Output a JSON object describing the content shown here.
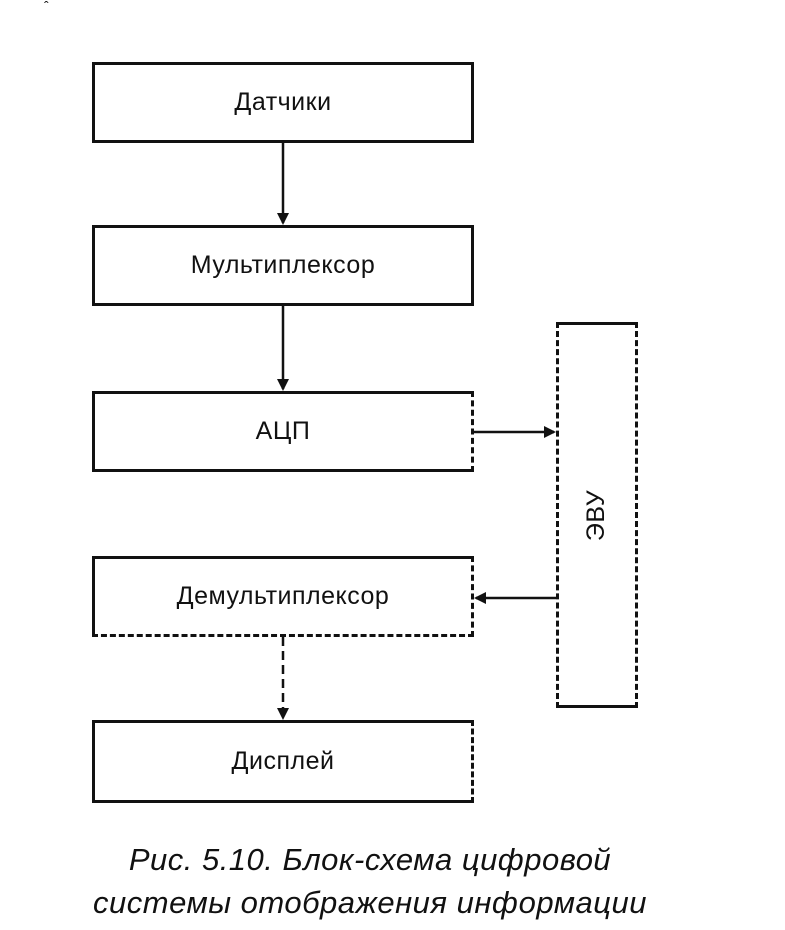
{
  "diagram": {
    "nodes": {
      "sensors": "Датчики",
      "multiplexer": "Мультиплексор",
      "adc": "АЦП",
      "computer": "ЭВУ",
      "demultiplexer": "Демультиплексор",
      "display": "Дисплей"
    },
    "edges": [
      {
        "from": "sensors",
        "to": "multiplexer"
      },
      {
        "from": "multiplexer",
        "to": "adc"
      },
      {
        "from": "adc",
        "to": "computer"
      },
      {
        "from": "computer",
        "to": "demultiplexer"
      },
      {
        "from": "demultiplexer",
        "to": "display"
      }
    ]
  },
  "caption": {
    "line1": "Рис. 5.10. Блок-схема цифровой",
    "line2": "системы отображения информации"
  },
  "colors": {
    "line": "#111111",
    "background": "#ffffff"
  }
}
